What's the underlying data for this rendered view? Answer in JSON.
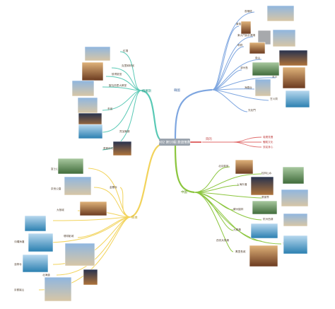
{
  "root": {
    "label": "602 第10組 旅遊策劃"
  },
  "colors": {
    "blue": "#7ea6e0",
    "red": "#e06a6a",
    "green": "#8cc63f",
    "yellow": "#f2d35b",
    "teal": "#59c9b5"
  },
  "branches": {
    "korea": {
      "label": "韓國",
      "items": [
        {
          "label": "首爾塔"
        },
        {
          "label": "景福宮"
        },
        {
          "label": "東大門設計廣場"
        },
        {
          "label": "明洞"
        },
        {
          "label": "南山"
        },
        {
          "label": "濟州島"
        },
        {
          "label": "釜山"
        },
        {
          "label": "海雲台"
        },
        {
          "label": "甘川洞"
        },
        {
          "label": "光化門"
        }
      ]
    },
    "goal": {
      "label": "目的",
      "items": [
        {
          "label": "增廣見聞"
        },
        {
          "label": "體驗文化"
        },
        {
          "label": "放鬆身心"
        }
      ]
    },
    "china": {
      "label": "中國",
      "items": [
        {
          "label": "北京故宮"
        },
        {
          "label": "桂林山水"
        },
        {
          "label": "上海外灘"
        },
        {
          "label": "張家界"
        },
        {
          "label": "蘇州園林"
        },
        {
          "label": "杭州西湖"
        },
        {
          "label": "九寨溝"
        },
        {
          "label": "西安兵馬俑"
        },
        {
          "label": "萬里長城"
        },
        {
          "label": "黃山"
        }
      ]
    },
    "japan": {
      "label": "日本",
      "items": [
        {
          "label": "富士山"
        },
        {
          "label": "金閣寺"
        },
        {
          "label": "奈良公園"
        },
        {
          "label": "大阪城"
        },
        {
          "label": "東京鐵塔"
        },
        {
          "label": "環球影城"
        },
        {
          "label": "沖繩海灘"
        },
        {
          "label": "淺草寺"
        },
        {
          "label": "北海道"
        },
        {
          "label": "京都嵐山"
        }
      ]
    },
    "russia": {
      "label": "俄羅斯",
      "items": [
        {
          "label": "紅場"
        },
        {
          "label": "克里姆林宮"
        },
        {
          "label": "聖瓦西里大教堂"
        },
        {
          "label": "冬宮"
        },
        {
          "label": "貝加爾湖"
        },
        {
          "label": "莫斯科地鐵"
        },
        {
          "label": "彼得夏宮"
        }
      ]
    }
  }
}
